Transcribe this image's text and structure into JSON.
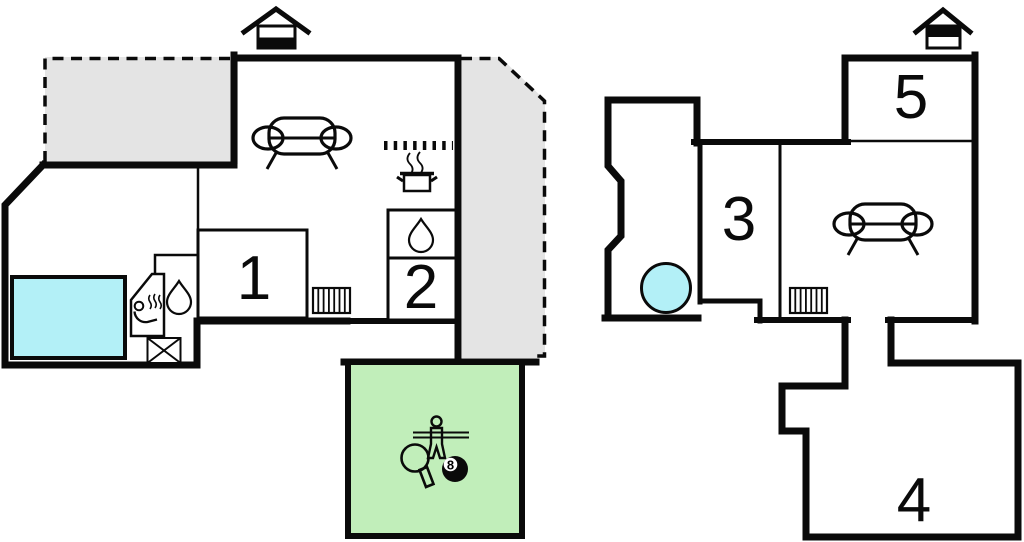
{
  "page": {
    "type": "floor-plan",
    "units": 2
  },
  "colors": {
    "wall": "#0a0a0a",
    "terrace_fill": "#e4e4e4",
    "water_fill": "#b3f0f7",
    "game_room_fill": "#c1eeba",
    "paper": "#ffffff"
  },
  "rooms": {
    "room1": "1",
    "room2": "2",
    "room3": "3",
    "room4": "4",
    "room5": "5"
  },
  "game_room": {
    "eight_ball_number": "8"
  },
  "icons": {
    "entrance": "house-with-roof",
    "sofa": "sofa-top-view",
    "stove": "steaming-pot",
    "sink": "water-drop",
    "shower": "water-drop",
    "sauna": "person-with-steam",
    "radiator": "striped-radiator",
    "counter": "dotted-counter-line",
    "hatch": "crossed-box",
    "pool": "rectangular-pool",
    "hot_tub": "round-tub",
    "table_tennis": "table-tennis-paddle",
    "foosball": "foosball-player-on-rod",
    "billiards": "eight-ball"
  }
}
